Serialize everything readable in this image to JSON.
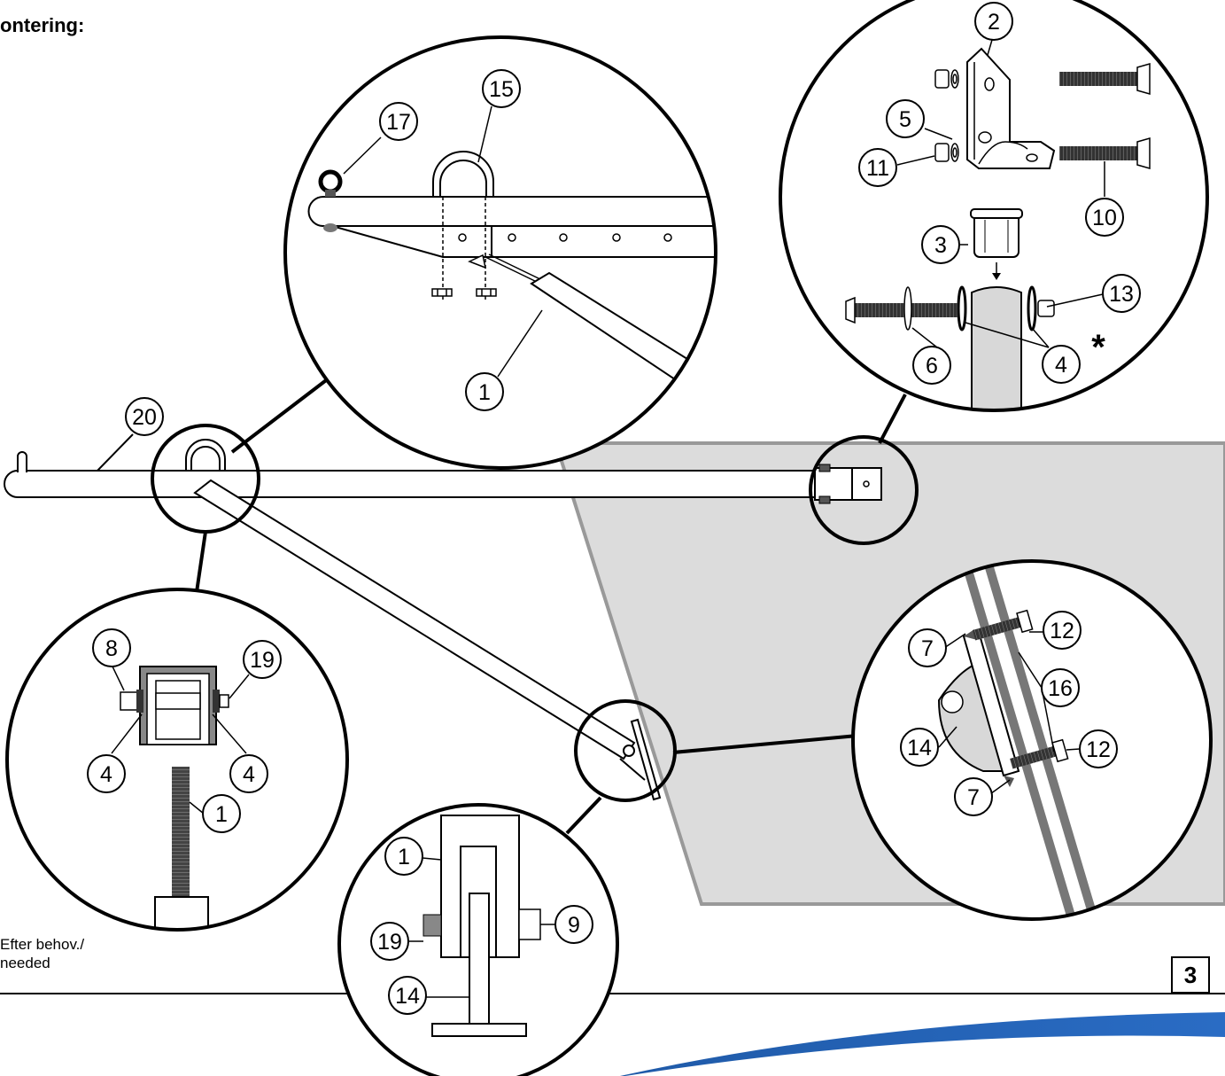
{
  "heading": "ontering:",
  "footnote": {
    "line1": "Efter behov./",
    "line2": "needed"
  },
  "page_number": "3",
  "star": "*",
  "callouts": {
    "top_middle": {
      "c17": "17",
      "c15": "15",
      "c1": "1"
    },
    "top_right": {
      "c2": "2",
      "c5": "5",
      "c11": "11",
      "c10": "10",
      "c3": "3",
      "c13": "13",
      "c6": "6",
      "c4": "4"
    },
    "bar": {
      "c20": "20"
    },
    "bottom_left": {
      "c8": "8",
      "c19": "19",
      "c4a": "4",
      "c4b": "4",
      "c1": "1"
    },
    "bottom_middle": {
      "c1": "1",
      "c9": "9",
      "c19": "19",
      "c14": "14"
    },
    "right_middle": {
      "c7a": "7",
      "c12a": "12",
      "c16": "16",
      "c14": "14",
      "c12b": "12",
      "c7b": "7"
    }
  },
  "colors": {
    "panel": "#dcdcdc",
    "panel_edge": "#999999",
    "swoosh": "#1f5aa8",
    "line": "#000000"
  }
}
